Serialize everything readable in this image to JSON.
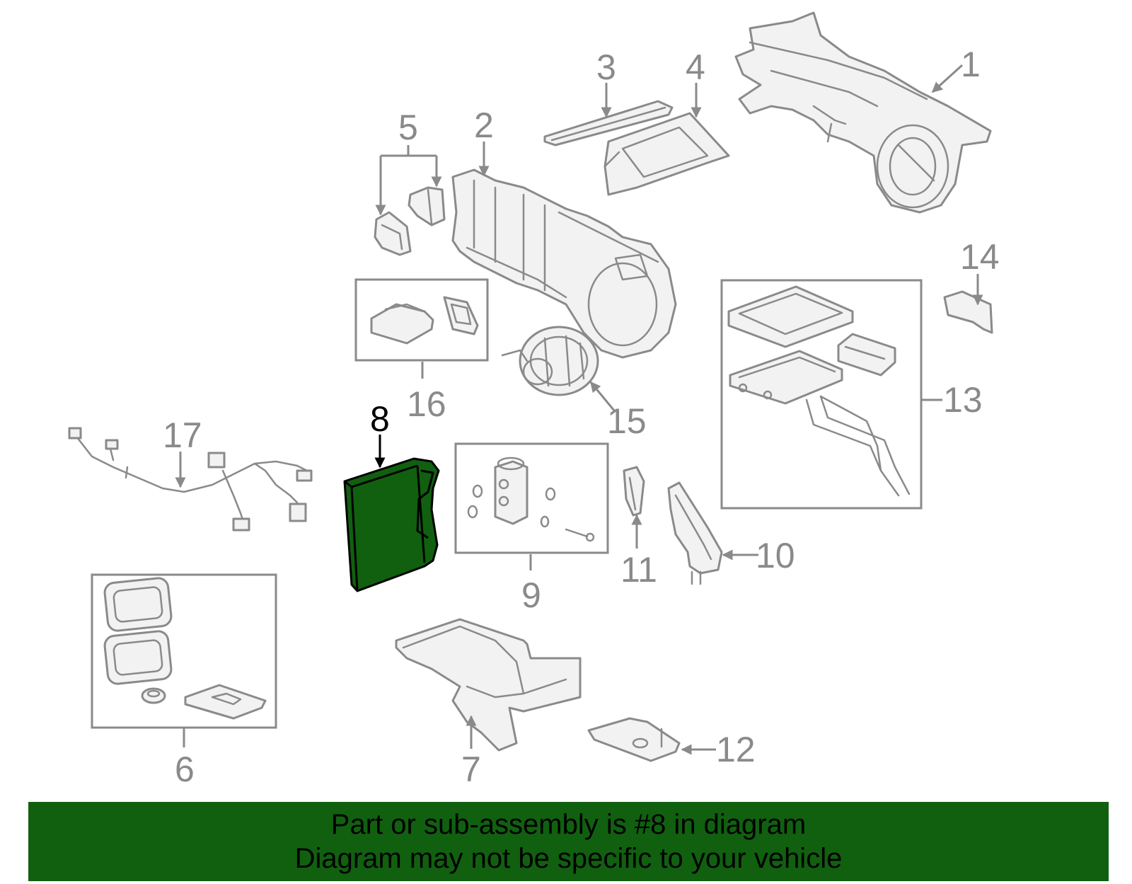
{
  "colors": {
    "highlight_part": "#116010",
    "banner_background": "#116010",
    "part_stroke": "#8a8a8a",
    "callout_text": "#8a8a8a",
    "highlight_callout": "#000000"
  },
  "callouts": {
    "c1": "1",
    "c2": "2",
    "c3": "3",
    "c4": "4",
    "c5": "5",
    "c6": "6",
    "c7": "7",
    "c8": "8",
    "c9": "9",
    "c10": "10",
    "c11": "11",
    "c12": "12",
    "c13": "13",
    "c14": "14",
    "c15": "15",
    "c16": "16",
    "c17": "17"
  },
  "banner": {
    "line1": "Part or sub-assembly is #8 in diagram",
    "line2": "Diagram may not be specific to your vehicle"
  }
}
